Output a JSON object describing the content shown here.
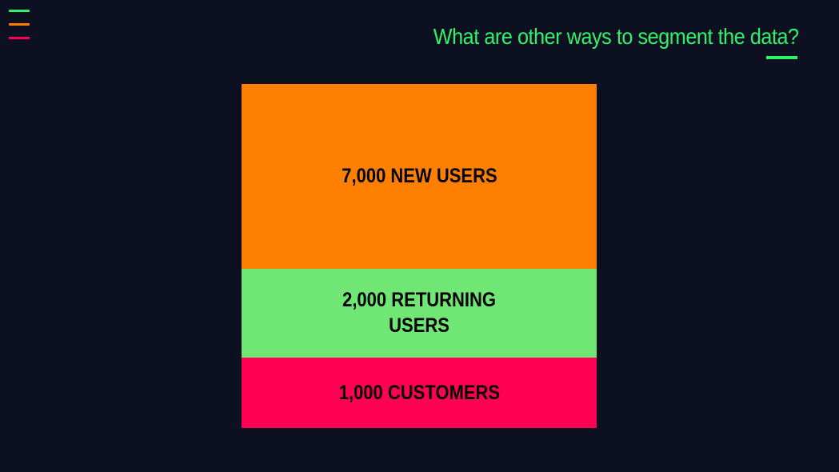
{
  "colors": {
    "background": "#0c1020",
    "accent": "#2ff26c",
    "menu_bars": [
      "#2ff26c",
      "#ff8000",
      "#ff0055"
    ]
  },
  "menu": {
    "icon": "hamburger-menu-icon"
  },
  "header": {
    "title": "What are other ways to segment the data?"
  },
  "segments": [
    {
      "label": "7,000 NEW USERS",
      "value": 7000,
      "color": "#ff8000"
    },
    {
      "label": "2,000 RETURNING\nUSERS",
      "value": 2000,
      "color": "#70e675"
    },
    {
      "label": "1,000 CUSTOMERS",
      "value": 1000,
      "color": "#ff0055"
    }
  ]
}
